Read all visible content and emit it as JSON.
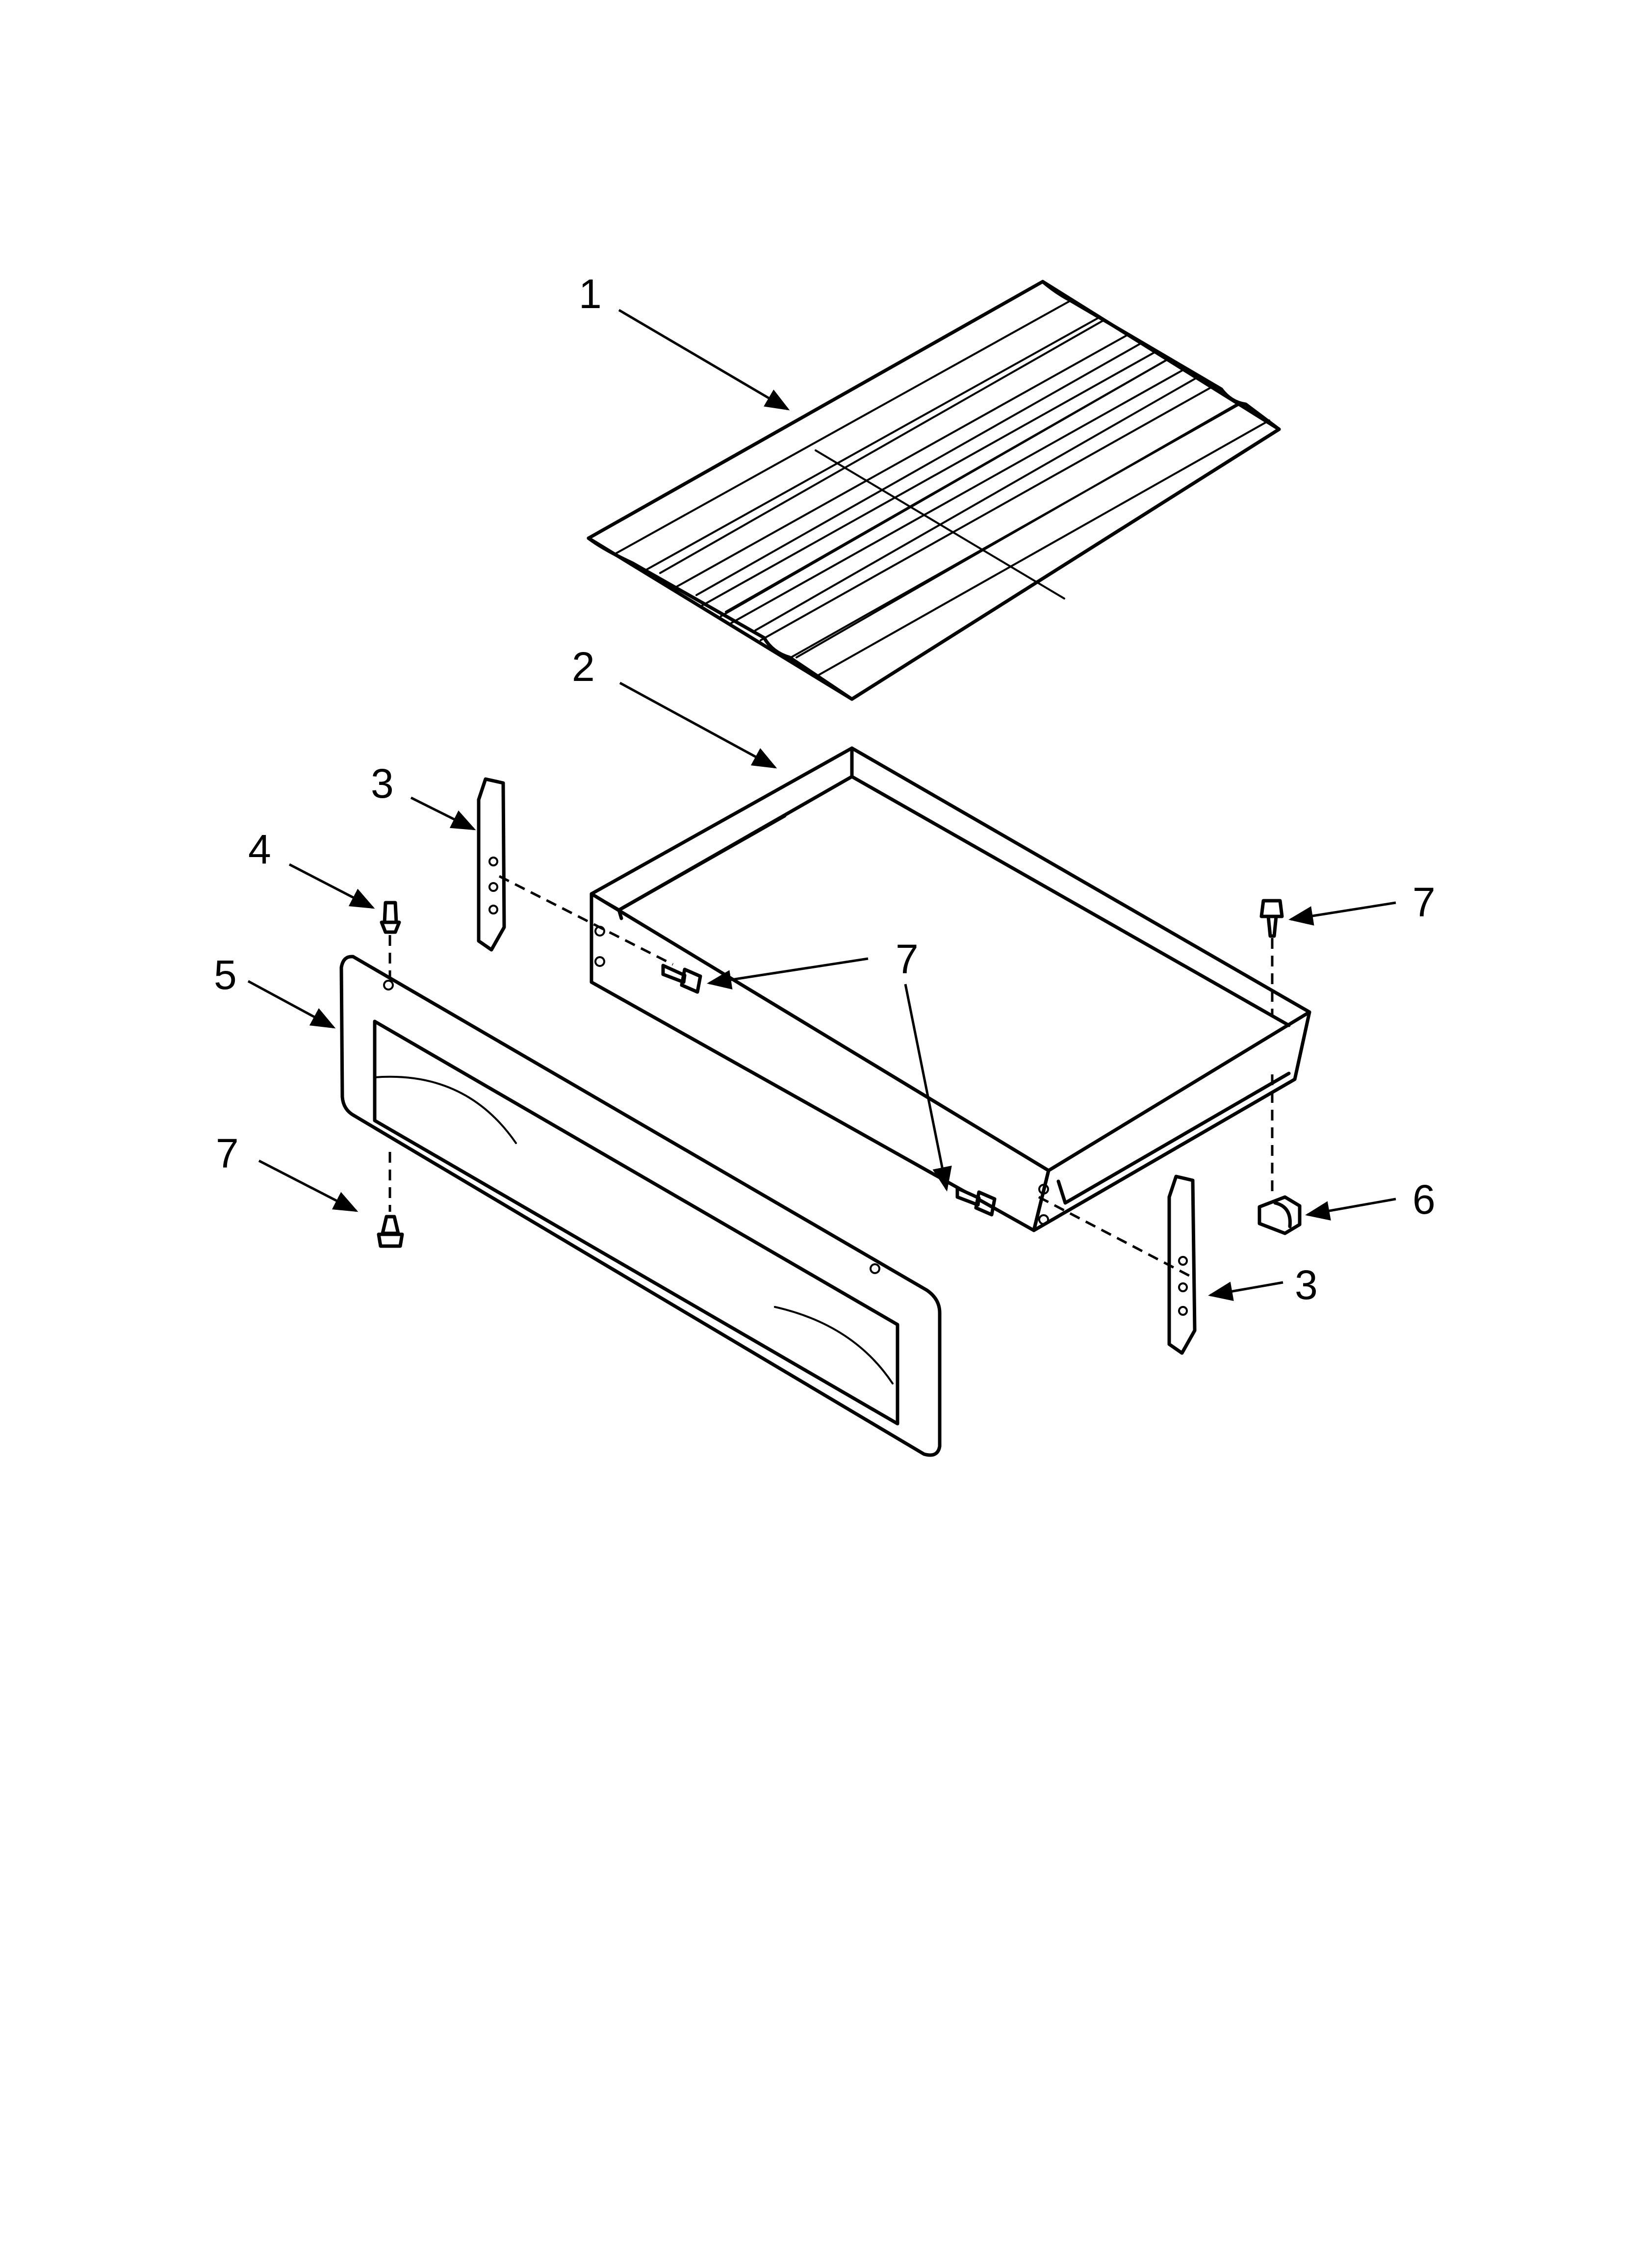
{
  "callouts": [
    {
      "id": "rack",
      "label": "1"
    },
    {
      "id": "drawer-body",
      "label": "2"
    },
    {
      "id": "left-bracket",
      "label": "3"
    },
    {
      "id": "panel-stud",
      "label": "4"
    },
    {
      "id": "front-panel",
      "label": "5"
    },
    {
      "id": "front-screw",
      "label": "7"
    },
    {
      "id": "body-screws",
      "label": "7"
    },
    {
      "id": "right-screw",
      "label": "7"
    },
    {
      "id": "clip",
      "label": "6"
    },
    {
      "id": "right-bracket",
      "label": "3"
    }
  ]
}
